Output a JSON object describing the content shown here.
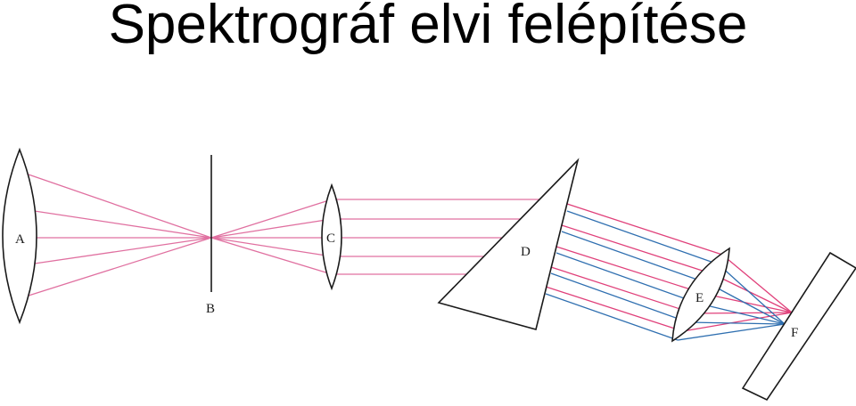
{
  "title": "Spektrográf elvi felépítése",
  "labels": {
    "a": "A",
    "b": "B",
    "c": "C",
    "d": "D",
    "e": "E",
    "f": "F"
  },
  "colors": {
    "outline": "#1a1a1a",
    "ray_red": "#e0407a",
    "ray_blue": "#2f6fb0",
    "background": "#ffffff"
  }
}
